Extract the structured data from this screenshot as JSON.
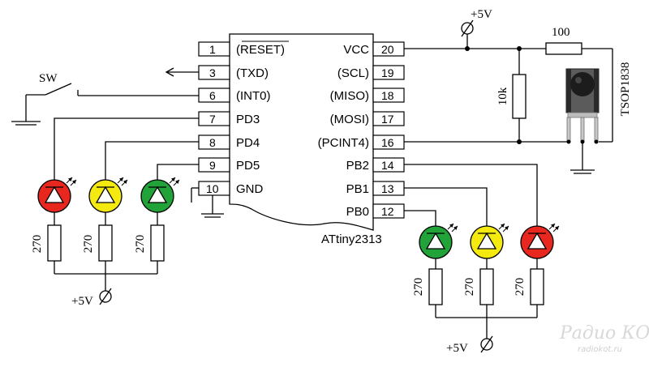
{
  "chip": {
    "name": "ATtiny2313",
    "left_pins": [
      {
        "num": "1",
        "name": "(RESET)"
      },
      {
        "num": "3",
        "name": "(TXD)"
      },
      {
        "num": "6",
        "name": "(INT0)"
      },
      {
        "num": "7",
        "name": "PD3"
      },
      {
        "num": "8",
        "name": "PD4"
      },
      {
        "num": "9",
        "name": "PD5"
      },
      {
        "num": "10",
        "name": "GND"
      }
    ],
    "right_pins": [
      {
        "num": "20",
        "name": "VCC"
      },
      {
        "num": "19",
        "name": "(SCL)"
      },
      {
        "num": "18",
        "name": "(MISO)"
      },
      {
        "num": "17",
        "name": "(MOSI)"
      },
      {
        "num": "16",
        "name": "(PCINT4)"
      },
      {
        "num": "14",
        "name": "PB2"
      },
      {
        "num": "13",
        "name": "PB1"
      },
      {
        "num": "12",
        "name": "PB0"
      }
    ]
  },
  "labels": {
    "switch": "SW",
    "supply_top": "+5V",
    "supply_left": "+5V",
    "supply_right": "+5V",
    "r_series": "100",
    "r_pullup": "10k",
    "sensor": "TSOP1838",
    "r_led": "270"
  },
  "led_colors": {
    "red": "#e8281e",
    "yellow": "#f5ea10",
    "green": "#22a33a"
  },
  "watermark": {
    "logo": "Радио КОТ",
    "url": "radiokot.ru"
  }
}
